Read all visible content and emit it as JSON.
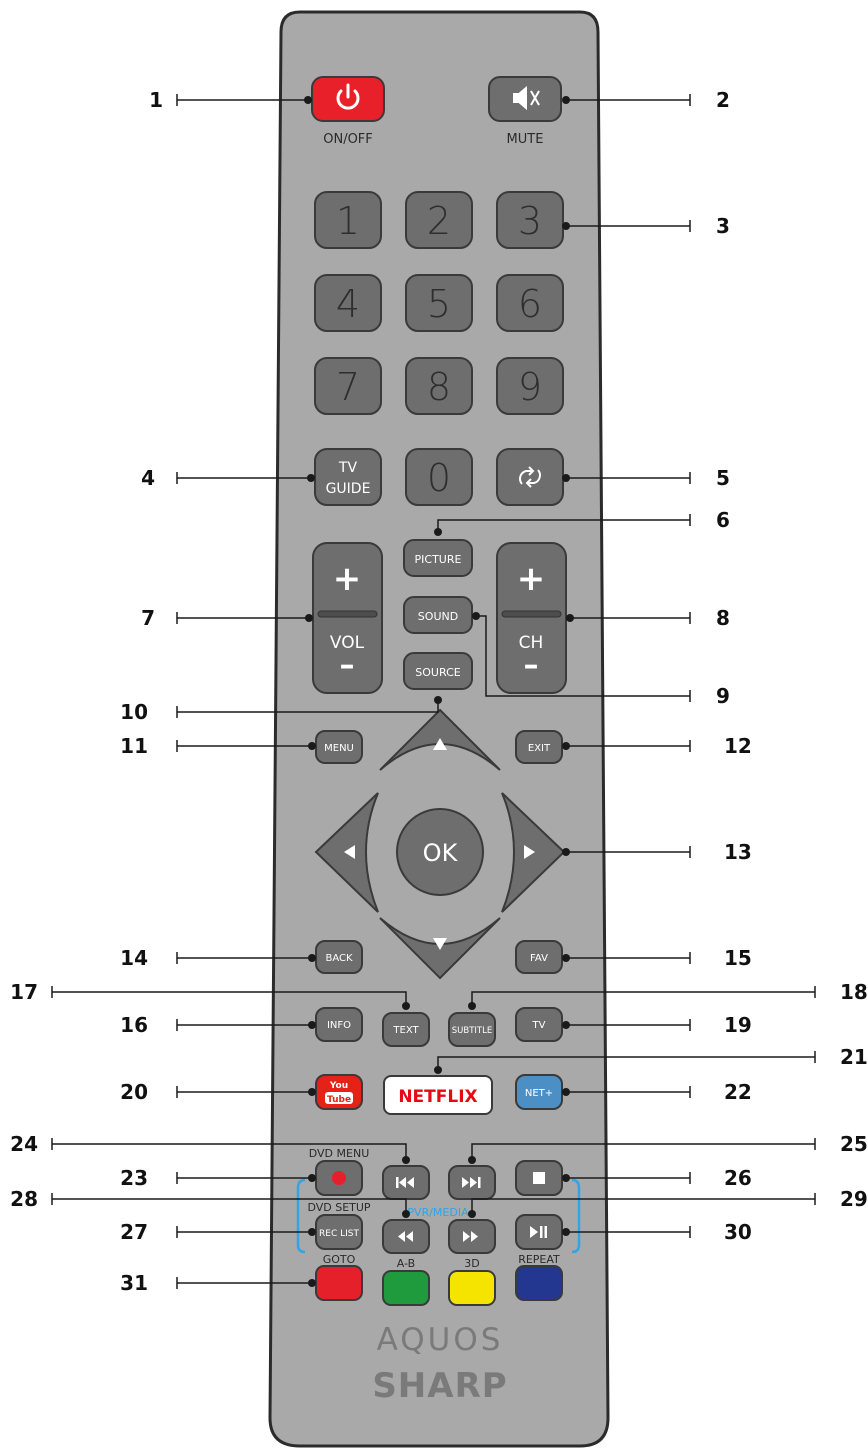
{
  "remote": {
    "body_color": "#a9a9a9",
    "button_color": "#6e6e6e",
    "brand_logo": "AQUOS",
    "maker_logo": "SHARP"
  },
  "buttons": {
    "power": {
      "label": "ON/OFF",
      "icon": "power-icon",
      "color": "#e8202a"
    },
    "mute": {
      "label": "MUTE",
      "icon": "mute-icon"
    },
    "digits": [
      "1",
      "2",
      "3",
      "4",
      "5",
      "6",
      "7",
      "8",
      "9",
      "0"
    ],
    "tv_guide": {
      "line1": "TV",
      "line2": "GUIDE"
    },
    "recall": {
      "icon": "recall-icon"
    },
    "picture": "PICTURE",
    "sound": "SOUND",
    "source": "SOURCE",
    "vol": {
      "plus": "+",
      "label": "VOL",
      "minus": "–"
    },
    "ch": {
      "plus": "+",
      "label": "CH",
      "minus": "–"
    },
    "menu": "MENU",
    "exit": "EXIT",
    "ok": "OK",
    "back": "BACK",
    "fav": "FAV",
    "info": "INFO",
    "text": "TEXT",
    "subtitle": "SUBTITLE",
    "tv": "TV",
    "youtube": {
      "top": "You",
      "bottom": "Tube",
      "color": "#e62117"
    },
    "netflix": {
      "label": "NETFLIX",
      "color": "#e50914"
    },
    "net_plus": {
      "label": "NET+",
      "color": "#4c8fc4"
    },
    "dvd_menu": "DVD MENU",
    "dvd_setup": "DVD SETUP",
    "rec_list": "REC LIST",
    "pvr_media": {
      "label": "PVR/MEDIA",
      "color": "#2fa4e7"
    },
    "goto": {
      "label": "GOTO",
      "color": "#e6202a"
    },
    "ab": {
      "label": "A-B",
      "color": "#1f9a3c"
    },
    "three_d": {
      "label": "3D",
      "color": "#f5e400"
    },
    "repeat": {
      "label": "REPEAT",
      "color": "#233690"
    }
  },
  "callouts": [
    "1",
    "2",
    "3",
    "4",
    "5",
    "6",
    "7",
    "8",
    "9",
    "10",
    "11",
    "12",
    "13",
    "14",
    "15",
    "16",
    "17",
    "18",
    "19",
    "20",
    "21",
    "22",
    "23",
    "24",
    "25",
    "26",
    "27",
    "28",
    "29",
    "30",
    "31"
  ]
}
